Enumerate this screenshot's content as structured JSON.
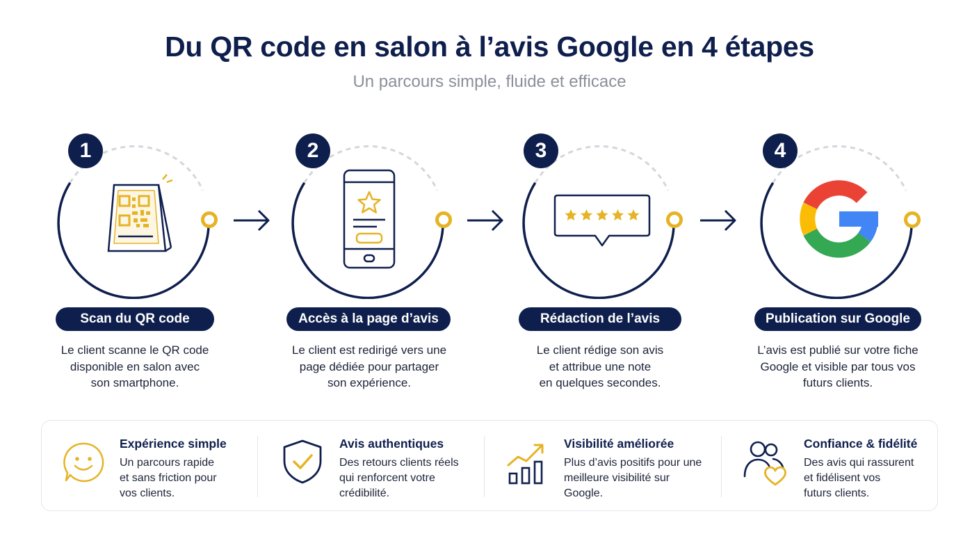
{
  "header": {
    "title": "Du QR code en salon à l’avis Google en 4 étapes",
    "subtitle": "Un parcours simple, fluide et efficace"
  },
  "steps": [
    {
      "number": "1",
      "label": "Scan du QR code",
      "icon": "qr-code-stand-icon",
      "description": [
        "Le client scanne le QR code",
        "disponible en salon avec",
        "son smartphone."
      ]
    },
    {
      "number": "2",
      "label": "Accès à la page d’avis",
      "icon": "smartphone-review-page-icon",
      "description": [
        "Le client est redirigé vers une",
        "page dédiée pour partager",
        "son expérience."
      ]
    },
    {
      "number": "3",
      "label": "Rédaction de l’avis",
      "icon": "five-star-review-bubble-icon",
      "description": [
        "Le client rédige son avis",
        "et attribue une note",
        "en quelques secondes."
      ]
    },
    {
      "number": "4",
      "label": "Publication sur Google",
      "icon": "google-logo-icon",
      "description": [
        "L’avis est publié sur votre fiche",
        "Google et visible par tous vos",
        "futurs clients."
      ]
    }
  ],
  "benefits": [
    {
      "title": "Expérience simple",
      "icon": "smiley-icon",
      "text": [
        "Un parcours rapide",
        "et sans friction pour",
        "vos clients."
      ]
    },
    {
      "title": "Avis authentiques",
      "icon": "shield-check-icon",
      "text": [
        "Des retours clients réels",
        "qui renforcent votre",
        "crédibilité."
      ]
    },
    {
      "title": "Visibilité améliorée",
      "icon": "growth-chart-icon",
      "text": [
        "Plus d’avis positifs pour une",
        "meilleure visibilité sur",
        "Google."
      ]
    },
    {
      "title": "Confiance & fidélité",
      "icon": "users-heart-icon",
      "text": [
        "Des avis qui rassurent",
        "et fidélisent vos",
        "futurs clients."
      ]
    }
  ],
  "colors": {
    "navy": "#0f1f4d",
    "gold": "#e6b325",
    "dashed_ring": "#d3d6dc",
    "subtitle_gray": "#8a8f99",
    "google_blue": "#4285F4",
    "google_red": "#EA4335",
    "google_yellow": "#FBBC05",
    "google_green": "#34A853"
  }
}
